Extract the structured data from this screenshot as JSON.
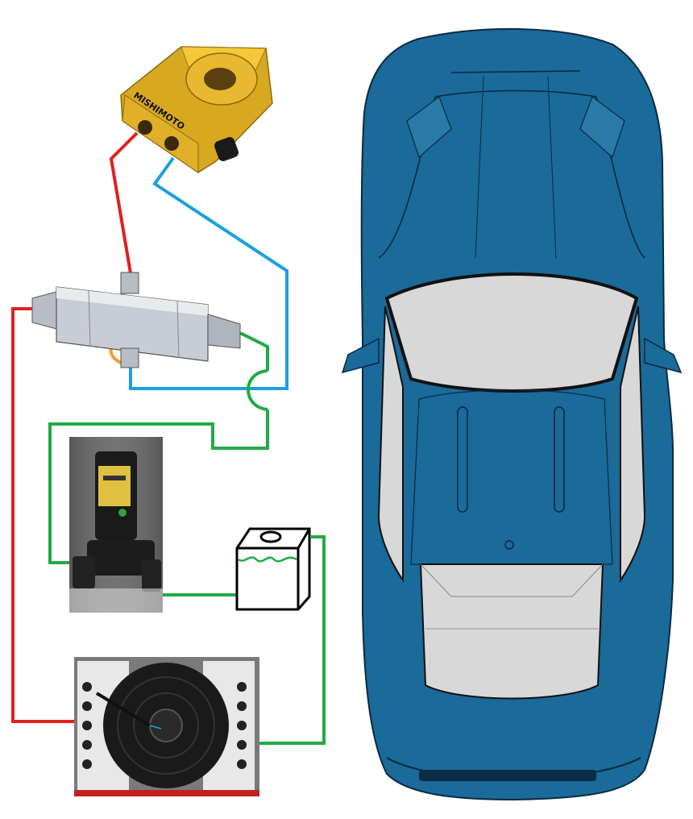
{
  "diagram": {
    "brand_text": "MISHIMOTO",
    "colors": {
      "red_line": "#e02020",
      "blue_line": "#1aa0e0",
      "green_line": "#22aa44",
      "orange_line": "#f0a030",
      "adapter_gold": "#e8b830",
      "car_body": "#1a6a9a",
      "car_glass": "#d8d8d8",
      "fan_black": "#1a1a1a"
    },
    "components": [
      {
        "id": "sandwich-plate-adapter",
        "icon": "oil-filter-sandwich-adapter-icon"
      },
      {
        "id": "thermostat-valve",
        "icon": "inline-thermostat-valve-icon"
      },
      {
        "id": "electric-pump",
        "icon": "electric-pump-icon"
      },
      {
        "id": "reservoir",
        "icon": "reservoir-tank-icon"
      },
      {
        "id": "fan-cooler",
        "icon": "cooler-fan-icon"
      },
      {
        "id": "car",
        "icon": "car-top-view-icon"
      }
    ]
  }
}
